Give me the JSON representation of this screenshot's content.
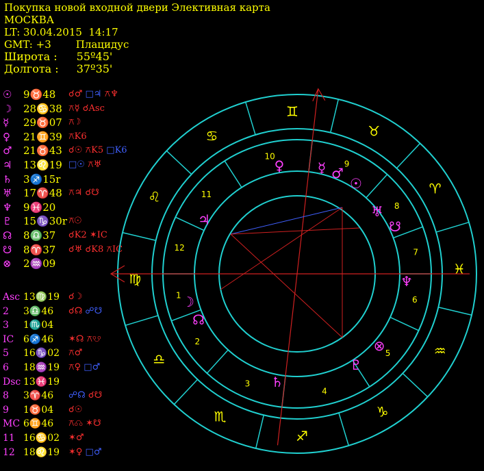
{
  "header": {
    "title": "Покупка новой входной двери Элективная карта",
    "city": "МОСКВА",
    "lt": "LT: 30.04.2015  14:17",
    "gmt": "GMT: +3",
    "system": "Плацидус",
    "lat_label": "Широта :",
    "lat_value": "55º45'",
    "lon_label": "Долгота :",
    "lon_value": "37º35'"
  },
  "planets": [
    {
      "sym": "☉",
      "pos": "9♉48",
      "aspects": [
        {
          "t": "☌♂",
          "c": "red"
        },
        {
          "t": "□♃",
          "c": "blue"
        },
        {
          "t": "⚻♆",
          "c": "red"
        }
      ]
    },
    {
      "sym": "☽",
      "pos": "28♋38",
      "aspects": [
        {
          "t": "⚻☿",
          "c": "red"
        },
        {
          "t": "☌Asc",
          "c": "red"
        }
      ]
    },
    {
      "sym": "☿",
      "pos": "29♉07",
      "aspects": [
        {
          "t": "⚻☽",
          "c": "red"
        }
      ]
    },
    {
      "sym": "♀",
      "pos": "21♊39",
      "aspects": [
        {
          "t": "⚻K6",
          "c": "red"
        }
      ]
    },
    {
      "sym": "♂",
      "pos": "21♉43",
      "aspects": [
        {
          "t": "☌☉",
          "c": "red"
        },
        {
          "t": "⚻K5",
          "c": "red"
        },
        {
          "t": "□K6",
          "c": "blue"
        }
      ]
    },
    {
      "sym": "♃",
      "pos": "13♌19",
      "aspects": [
        {
          "t": "□☉",
          "c": "blue"
        },
        {
          "t": "⚻♅",
          "c": "red"
        }
      ]
    },
    {
      "sym": "♄",
      "pos": "3♐15r",
      "aspects": []
    },
    {
      "sym": "♅",
      "pos": "17♈48",
      "aspects": [
        {
          "t": "⚻♃",
          "c": "red"
        },
        {
          "t": "☌☋",
          "c": "red"
        }
      ]
    },
    {
      "sym": "♆",
      "pos": "9♓20",
      "aspects": []
    },
    {
      "sym": "♇",
      "pos": "15♑30r",
      "aspects": [
        {
          "t": "⚻☉",
          "c": "red"
        }
      ]
    },
    {
      "sym": "☊",
      "pos": "8♎37",
      "aspects": [
        {
          "t": "☌K2",
          "c": "red"
        },
        {
          "t": "✶IC",
          "c": "red"
        }
      ]
    },
    {
      "sym": "☋",
      "pos": "8♈37",
      "aspects": [
        {
          "t": "☌♅",
          "c": "red"
        },
        {
          "t": "☌K8",
          "c": "red"
        },
        {
          "t": "⚻IC",
          "c": "red"
        }
      ]
    },
    {
      "sym": "⊗",
      "pos": "2♒09",
      "aspects": []
    }
  ],
  "houses": [
    {
      "sym": "Asc",
      "pos": "13♍19",
      "aspects": [
        {
          "t": "☌☽",
          "c": "red"
        }
      ]
    },
    {
      "sym": "2",
      "pos": "3♎46",
      "aspects": [
        {
          "t": "☌☊",
          "c": "red"
        },
        {
          "t": "☍☋",
          "c": "blue"
        }
      ]
    },
    {
      "sym": "3",
      "pos": "1♏04",
      "aspects": []
    },
    {
      "sym": "IC",
      "pos": "6♐46",
      "aspects": [
        {
          "t": "✶☊",
          "c": "red"
        },
        {
          "t": "⚻☋",
          "c": "red"
        }
      ]
    },
    {
      "sym": "5",
      "pos": "16♑02",
      "aspects": [
        {
          "t": "⚻♂",
          "c": "red"
        }
      ]
    },
    {
      "sym": "6",
      "pos": "18♒19",
      "aspects": [
        {
          "t": "⚻♀",
          "c": "red"
        },
        {
          "t": "□♂",
          "c": "blue"
        }
      ]
    },
    {
      "sym": "Dsc",
      "pos": "13♓19",
      "aspects": []
    },
    {
      "sym": "8",
      "pos": "3♈46",
      "aspects": [
        {
          "t": "☍☊",
          "c": "blue"
        },
        {
          "t": "☌☋",
          "c": "red"
        }
      ]
    },
    {
      "sym": "9",
      "pos": "1♉04",
      "aspects": [
        {
          "t": "☌☉",
          "c": "red"
        }
      ]
    },
    {
      "sym": "MC",
      "pos": "6♊46",
      "aspects": [
        {
          "t": "⚻☊",
          "c": "red"
        },
        {
          "t": "✶☋",
          "c": "red"
        }
      ]
    },
    {
      "sym": "11",
      "pos": "16♋02",
      "aspects": [
        {
          "t": "✶♂",
          "c": "red"
        }
      ]
    },
    {
      "sym": "12",
      "pos": "18♌19",
      "aspects": [
        {
          "t": "✶♀",
          "c": "red"
        },
        {
          "t": "□♂",
          "c": "blue"
        }
      ]
    }
  ],
  "wheel": {
    "signs": [
      "♈",
      "♉",
      "♊",
      "♋",
      "♌",
      "♍",
      "♎",
      "♏",
      "♐",
      "♑",
      "♒",
      "♓"
    ],
    "house_numbers": [
      "1",
      "2",
      "3",
      "4",
      "5",
      "6",
      "7",
      "8",
      "9",
      "10",
      "11",
      "12"
    ],
    "planet_glyphs": [
      {
        "g": "♀",
        "c": "magenta"
      },
      {
        "g": "☿",
        "c": "magenta"
      },
      {
        "g": "♂",
        "c": "magenta"
      },
      {
        "g": "☉",
        "c": "magenta"
      },
      {
        "g": "♅",
        "c": "magenta"
      },
      {
        "g": "☋",
        "c": "magenta"
      },
      {
        "g": "♆",
        "c": "magenta"
      },
      {
        "g": "⊗",
        "c": "magenta"
      },
      {
        "g": "♇",
        "c": "magenta"
      },
      {
        "g": "♄",
        "c": "magenta"
      },
      {
        "g": "☊",
        "c": "magenta"
      },
      {
        "g": "☽",
        "c": "magenta"
      },
      {
        "g": "♃",
        "c": "magenta"
      }
    ]
  }
}
